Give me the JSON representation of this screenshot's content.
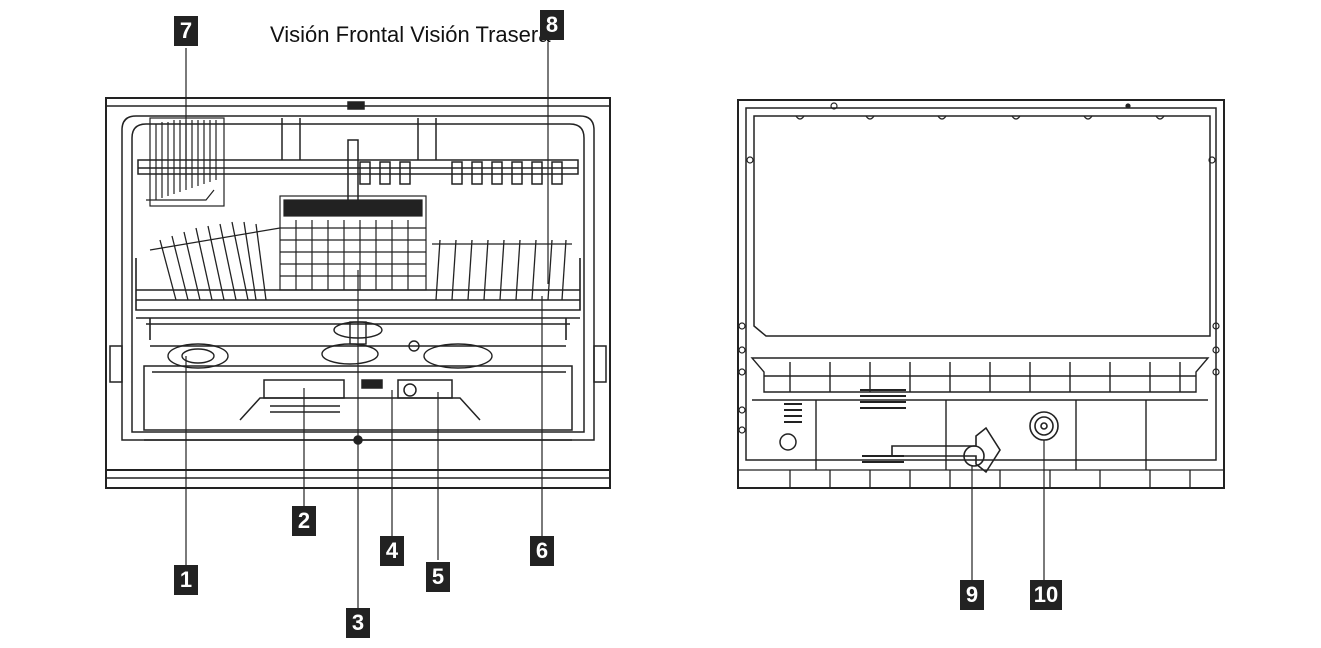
{
  "title": "Visión Frontal Visión Trasera",
  "callouts": {
    "c1": "1",
    "c2": "2",
    "c3": "3",
    "c4": "4",
    "c5": "5",
    "c6": "6",
    "c7": "7",
    "c8": "8",
    "c9": "9",
    "c10": "10"
  },
  "colors": {
    "line": "#222222",
    "label_bg": "#222222",
    "label_text": "#ffffff"
  }
}
